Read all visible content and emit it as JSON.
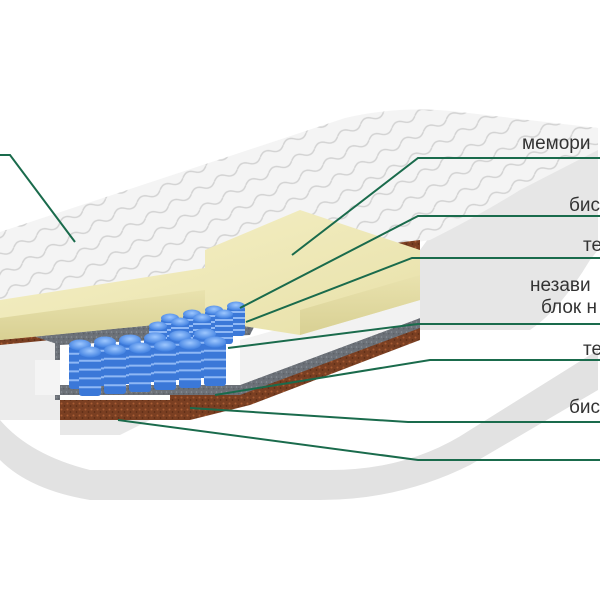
{
  "accent_color": "#1a6b4c",
  "layers": [
    {
      "id": "memory",
      "text": "мемори"
    },
    {
      "id": "bio-top",
      "text": "бис"
    },
    {
      "id": "te-top",
      "text": "те"
    },
    {
      "id": "independent",
      "text": "незави"
    },
    {
      "id": "block",
      "text": "блок н"
    },
    {
      "id": "te-bottom",
      "text": "те"
    },
    {
      "id": "bio-bottom",
      "text": "бис"
    }
  ]
}
